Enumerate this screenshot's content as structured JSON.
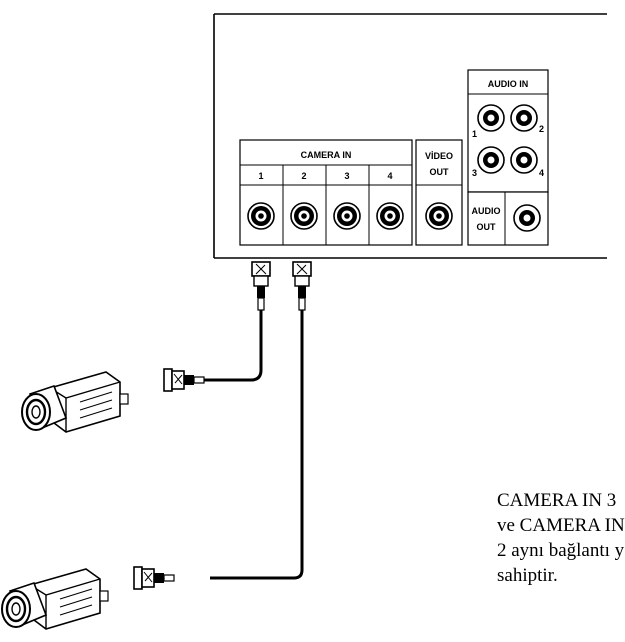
{
  "panel": {
    "camera_in_label": "CAMERA IN",
    "channel_numbers": [
      "1",
      "2",
      "3",
      "4"
    ],
    "video_out_label_line1": "VİDEO",
    "video_out_label_line2": "OUT",
    "audio_in_label": "AUDIO IN",
    "audio_in_numbers": [
      "1",
      "2",
      "3",
      "4"
    ],
    "audio_out_label_line1": "AUDIO",
    "audio_out_label_line2": "OUT"
  },
  "caption": {
    "lines": [
      "CAMERA IN 3",
      "ve CAMERA IN",
      "2 aynı bağlantı y",
      "sahiptir."
    ]
  },
  "icons": {
    "cameras": [
      "camera-icon",
      "camera-icon"
    ],
    "connectors": [
      "bnc-connector-icon"
    ]
  },
  "colors": {
    "ink": "#000000",
    "background": "#ffffff"
  }
}
